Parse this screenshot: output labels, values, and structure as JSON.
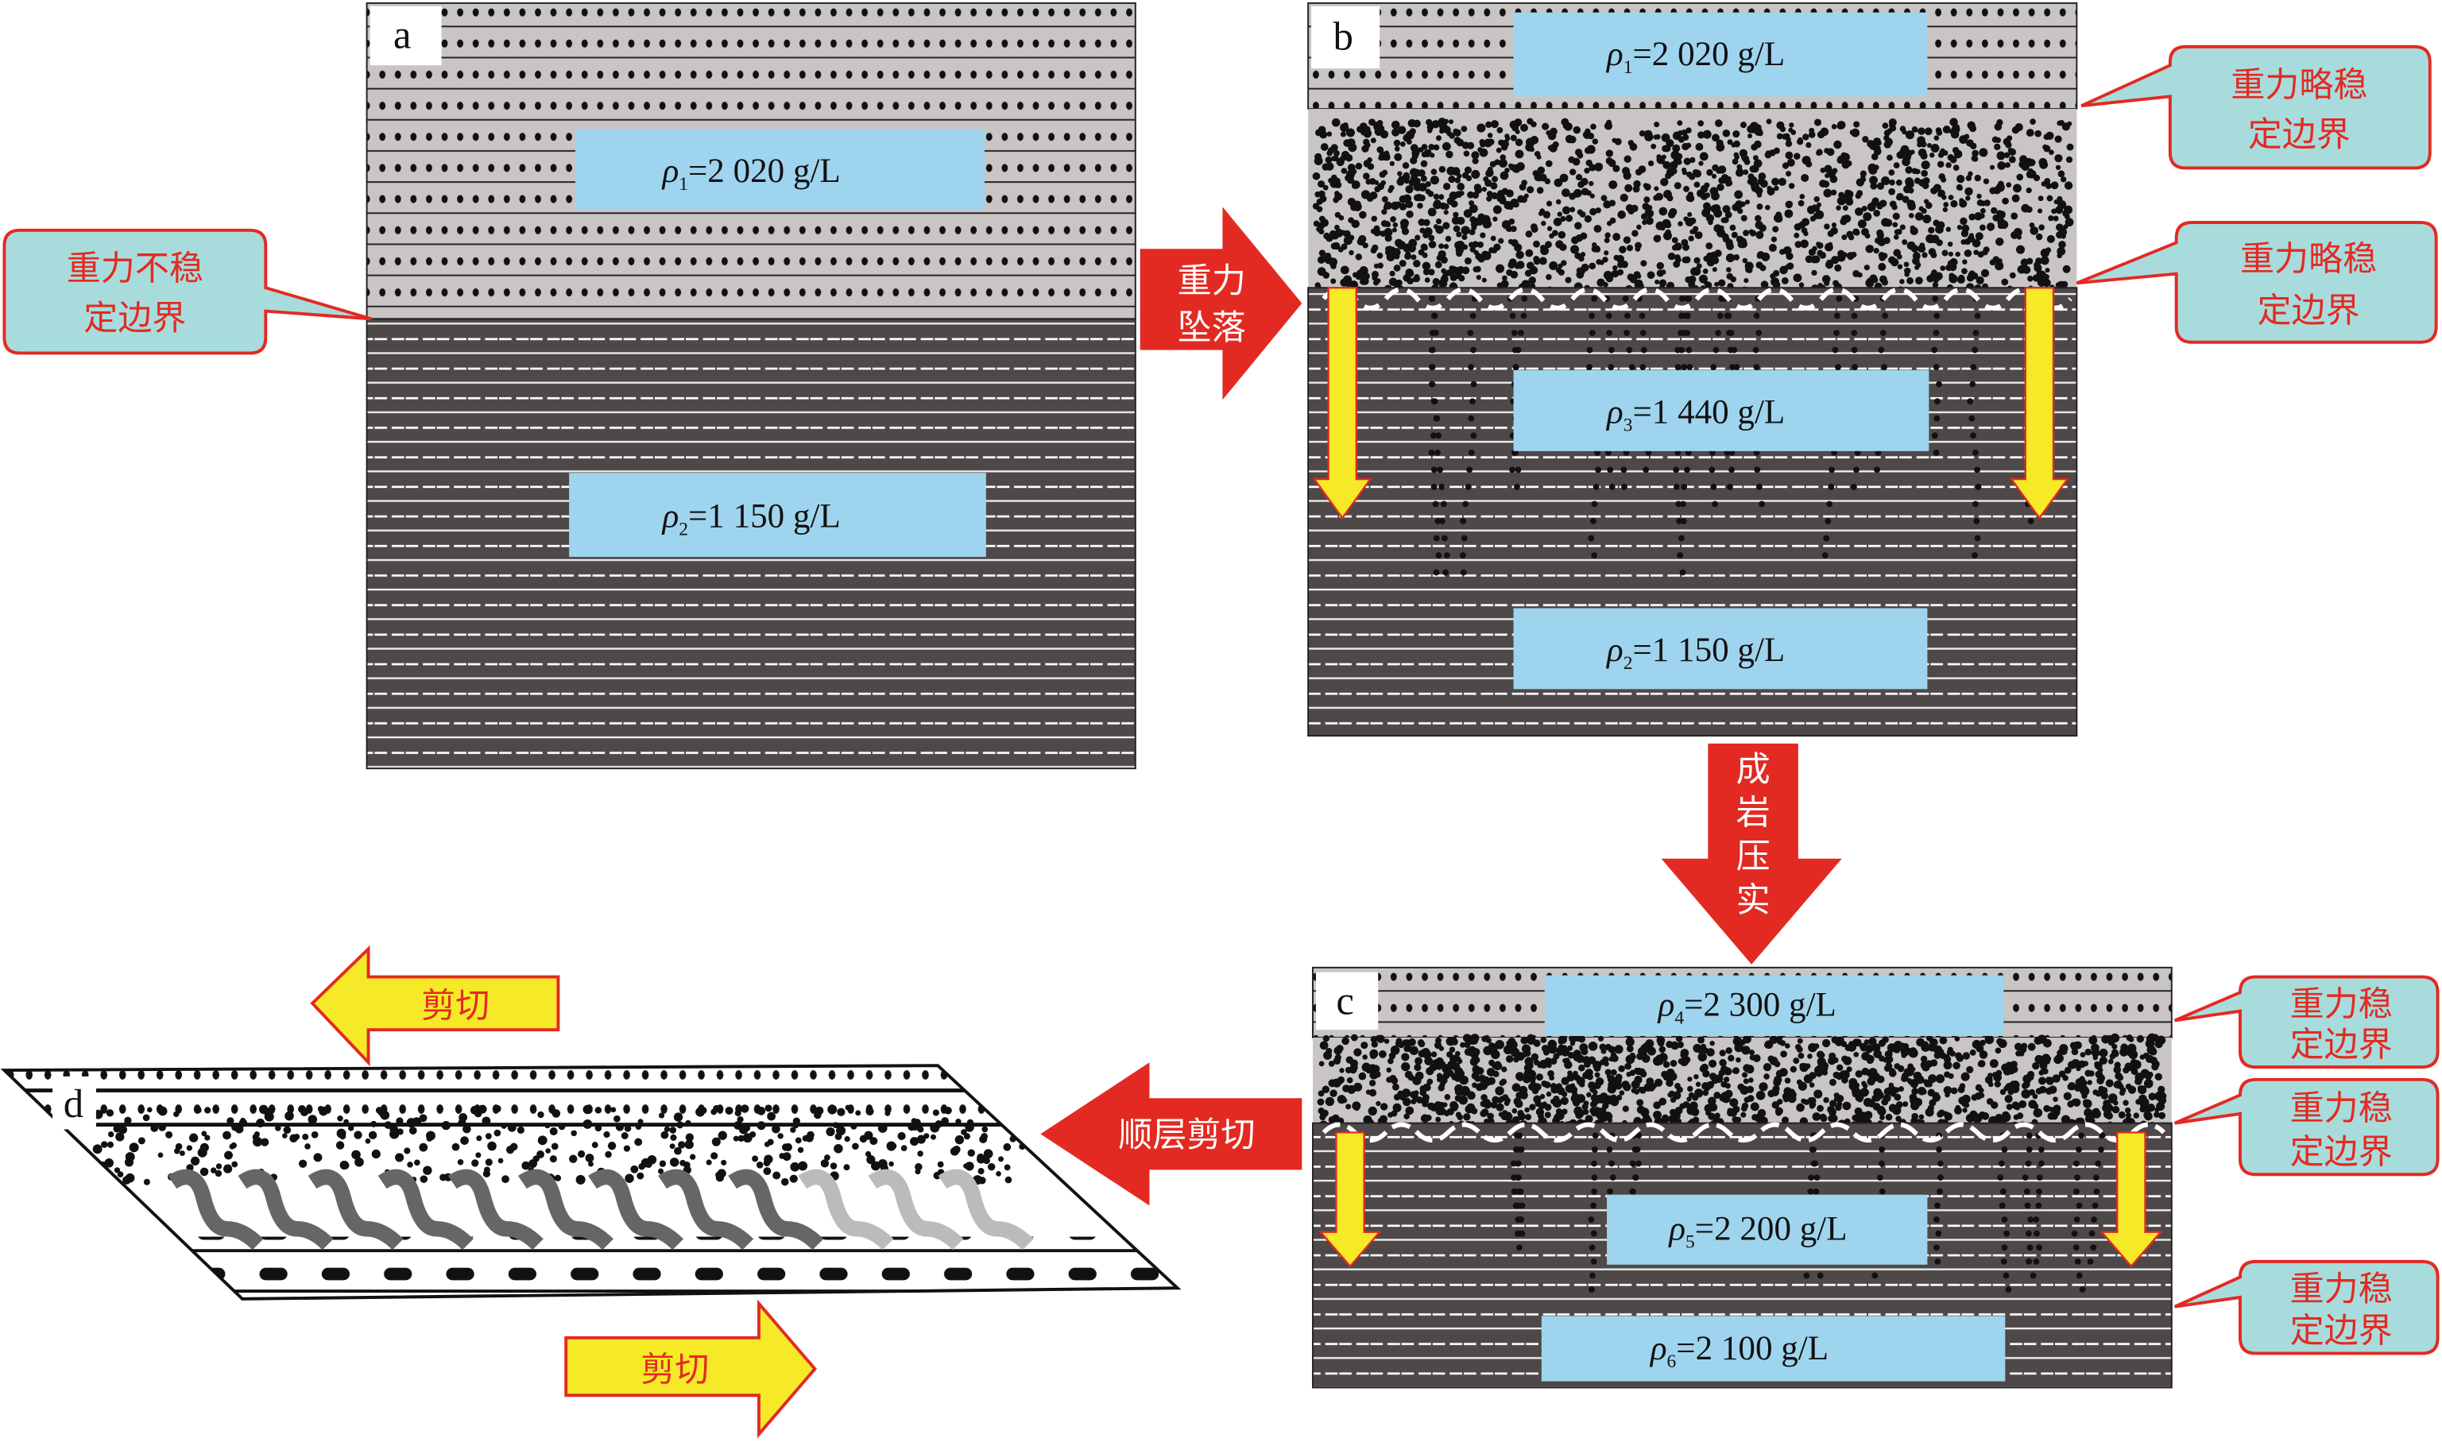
{
  "panels": {
    "a": {
      "label": "a",
      "densities": [
        {
          "symbol": "ρ",
          "sub": "1",
          "value": "=2 020 g/L"
        },
        {
          "symbol": "ρ",
          "sub": "2",
          "value": "=1 150 g/L"
        }
      ]
    },
    "b": {
      "label": "b",
      "densities": [
        {
          "symbol": "ρ",
          "sub": "1",
          "value": "=2 020 g/L"
        },
        {
          "symbol": "ρ",
          "sub": "3",
          "value": "=1 440 g/L"
        },
        {
          "symbol": "ρ",
          "sub": "2",
          "value": "=1 150 g/L"
        }
      ]
    },
    "c": {
      "label": "c",
      "densities": [
        {
          "symbol": "ρ",
          "sub": "4",
          "value": "=2 300 g/L"
        },
        {
          "symbol": "ρ",
          "sub": "5",
          "value": "=2 200 g/L"
        },
        {
          "symbol": "ρ",
          "sub": "6",
          "value": "=2 100 g/L"
        }
      ]
    },
    "d": {
      "label": "d"
    }
  },
  "callouts": {
    "a": {
      "line1": "重力不稳",
      "line2": "定边界"
    },
    "b1": {
      "line1": "重力略稳",
      "line2": "定边界"
    },
    "b2": {
      "line1": "重力略稳",
      "line2": "定边界"
    },
    "c1": {
      "line1": "重力稳",
      "line2": "定边界"
    },
    "c2": {
      "line1": "重力稳",
      "line2": "定边界"
    },
    "c3": {
      "line1": "重力稳",
      "line2": "定边界"
    }
  },
  "arrows": {
    "a_to_b": {
      "line1": "重力",
      "line2": "坠落"
    },
    "b_to_c": {
      "chars": [
        "成",
        "岩",
        "压",
        "实"
      ]
    },
    "c_to_d": {
      "label": "顺层剪切"
    },
    "shear_top": {
      "label": "剪切"
    },
    "shear_bottom": {
      "label": "剪切"
    }
  },
  "colors": {
    "light_layer": "#c9c5c5",
    "dark_layer": "#4e4848",
    "density_box": "#9fd4ee",
    "callout": "#a8dcdc",
    "red": "#e32a22",
    "yellow": "#f5e928"
  }
}
